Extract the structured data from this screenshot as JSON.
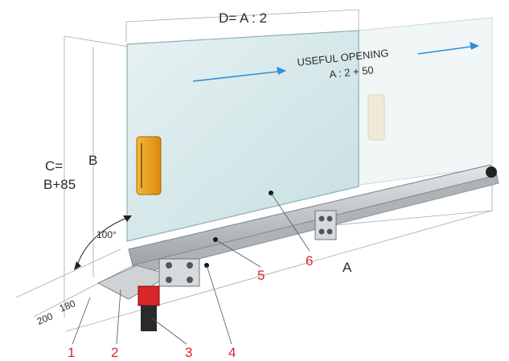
{
  "dimensions": {
    "width_label": "D= A : 2",
    "height_outer_line1": "C=",
    "height_outer_line2": "B+85",
    "height_inner": "B",
    "angle": "100°",
    "depth_1": "180",
    "depth_2": "200",
    "length": "A"
  },
  "useful_opening": {
    "title": "USEFUL OPENING",
    "formula": "A : 2 + 50"
  },
  "callouts": [
    "1",
    "2",
    "3",
    "4",
    "5",
    "6"
  ],
  "colors": {
    "callout_red": "#d8262b",
    "arrow_blue": "#2f8fd6",
    "handle_orange": "#f2a11a",
    "glass": "#cfe3e6",
    "rail": "#c9cdd0",
    "dim_line": "#9a9a9a"
  },
  "icons": [
    "arrow-right-icon",
    "arrow-right-icon"
  ]
}
